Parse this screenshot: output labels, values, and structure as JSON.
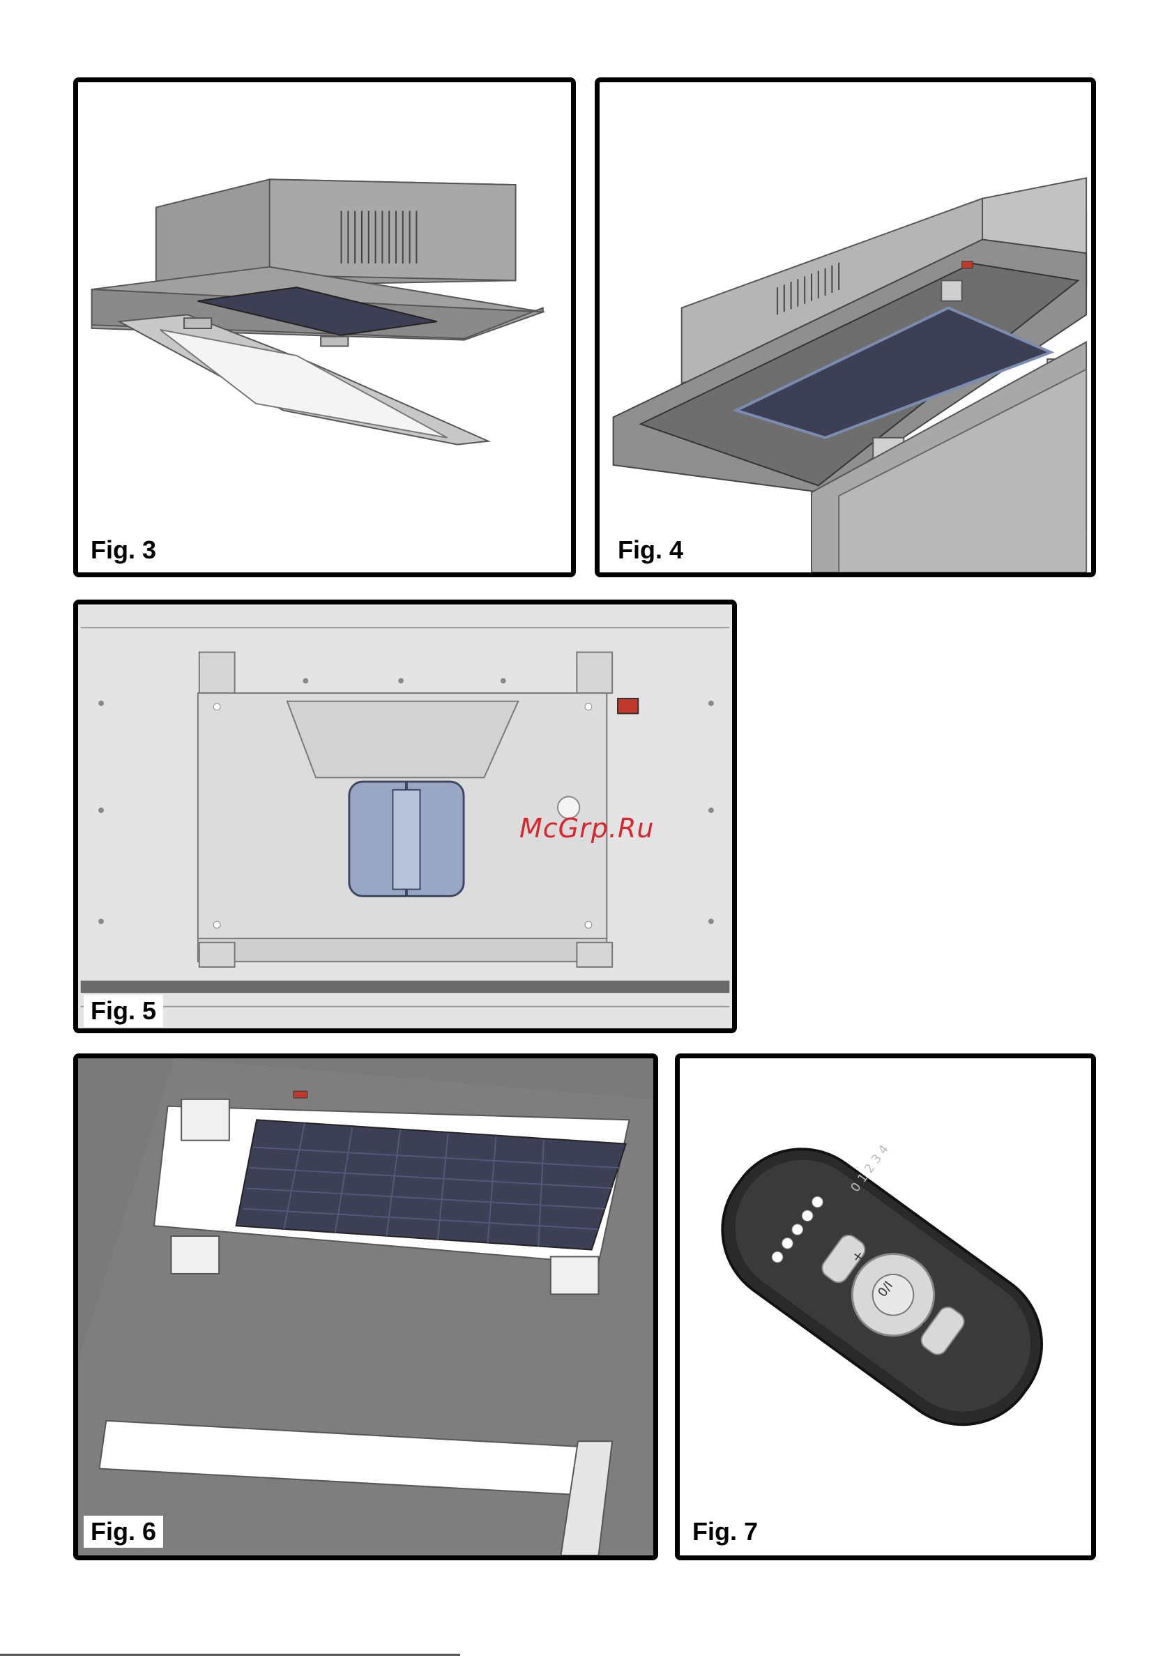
{
  "figures": {
    "fig3": {
      "label": "Fig. 3"
    },
    "fig4": {
      "label": "Fig. 4"
    },
    "fig5": {
      "label": "Fig. 5"
    },
    "fig6": {
      "label": "Fig. 6"
    },
    "fig7": {
      "label": "Fig. 7"
    }
  },
  "watermark": "McGrp.Ru",
  "remote": {
    "speed_marks": "0 1 2 3 4",
    "buttons": [
      "+",
      "0/I",
      "-"
    ]
  },
  "colors": {
    "filter": "#3d3f55",
    "metal": "#b9b9b9",
    "hood_dark": "#8c8c8c",
    "remote_body": "#2a2a2a",
    "watermark": "#d7262e"
  }
}
